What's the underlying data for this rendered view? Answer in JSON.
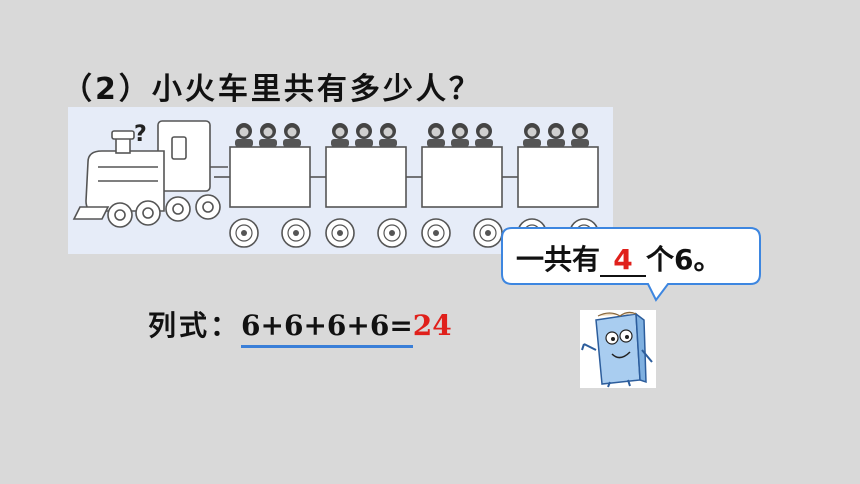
{
  "question": "（2）小火车里共有多少人？",
  "train": {
    "question_mark": "?",
    "cars": [
      {
        "riders": 3
      },
      {
        "riders": 3
      },
      {
        "riders": 3
      },
      {
        "riders": 3
      }
    ]
  },
  "bubble": {
    "prefix": "一共有",
    "answer": "4",
    "suffix": "个6。"
  },
  "formula": {
    "label": "列式：",
    "expression": "6+6+6+6=",
    "result": "24"
  },
  "colors": {
    "background": "#d9d9d9",
    "panel": "#e6ecf8",
    "answer_red": "#e0201b",
    "underline_blue": "#3a7fd8",
    "bubble_border": "#3d86e0"
  }
}
